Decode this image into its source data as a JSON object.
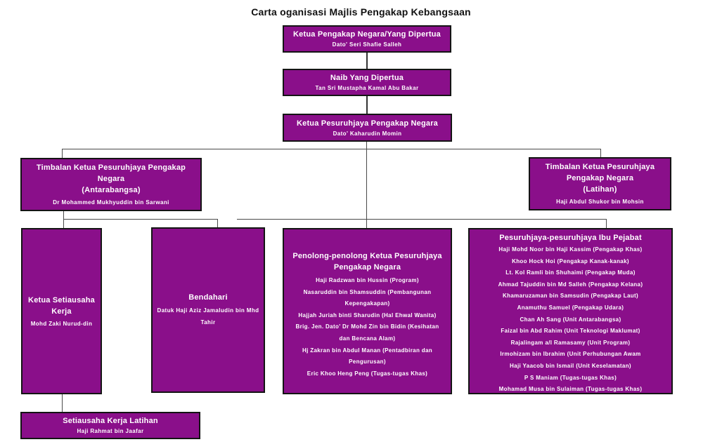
{
  "title": "Carta oganisasi Majlis Pengakap Kebangsaan",
  "colors": {
    "box_fill": "#8A0F8A",
    "box_border": "#141414",
    "connector": "#4a4a4a",
    "box_text": "#ffffff",
    "title_text": "#111111"
  },
  "nodes": {
    "ketua_pengakap_negara": {
      "title": "Ketua Pengakap Negara/Yang Dipertua",
      "name": "Dato' Seri Shafie Salleh"
    },
    "naib_yang_dipertua": {
      "title": "Naib Yang Dipertua",
      "name": "Tan Sri Mustapha Kamal Abu Bakar"
    },
    "ketua_pesuruhjaya": {
      "title": "Ketua Pesuruhjaya Pengakap Negara",
      "name": "Dato' Kaharudin Momin"
    },
    "timbalan_antarabangsa": {
      "title": "Timbalan Ketua Pesuruhjaya Pengakap\nNegara\n(Antarabangsa)",
      "name": "Dr Mohammed Mukhyuddin bin Sarwani"
    },
    "timbalan_latihan": {
      "title": "Timbalan Ketua Pesuruhjaya\nPengakap Negara\n(Latihan)",
      "name": "Haji Abdul Shukor bin Mohsin"
    },
    "ketua_setiausaha_kerja": {
      "title": "Ketua Setiausaha\nKerja",
      "name": "Mohd Zaki Nurud-din"
    },
    "bendahari": {
      "title": "Bendahari",
      "name": "Datuk Haji Aziz Jamaludin bin Mhd\nTahir"
    },
    "penolong": {
      "title": "Penolong-penolong Ketua Pesuruhjaya\nPengakap Negara",
      "members": [
        "Haji Radzwan bin Hussin (Program)",
        "Nasaruddin bin Shamsuddin (Pembangunan Kepengakapan)",
        "Hajjah Juriah binti Sharudin (Hal Ehwal Wanita)",
        "Brig. Jen. Dato' Dr Mohd Zin bin Bidin (Kesihatan dan Bencana Alam)",
        "Hj Zakran bin Abdul Manan (Pentadbiran dan Pengurusan)",
        "Eric Khoo Heng Peng (Tugas-tugas Khas)"
      ]
    },
    "ibu_pejabat": {
      "title": "Pesuruhjaya-pesuruhjaya Ibu Pejabat",
      "members": [
        "Haji Mohd Noor bin Haji Kassim (Pengakap Khas)",
        "Khoo Hock Hoi (Pengakap Kanak-kanak)",
        "Lt. Kol Ramli bin Shuhaimi (Pengakap Muda)",
        "Ahmad Tajuddin bin Md Salleh (Pengakap Kelana)",
        "Khamaruzaman bin Samsudin (Pengakap Laut)",
        "Anamuthu Samuel (Pengakap Udara)",
        "Chan Ah Sang (Unit Antarabangsa)",
        "Faizal bin Abd Rahim (Unit Teknologi Maklumat)",
        "Rajalingam a/l Ramasamy (Unit Program)",
        "Irmohizam bin Ibrahim (Unit Perhubungan Awam",
        "Haji Yaacob bin Ismail (Unit Keselamatan)",
        "P S Maniam (Tugas-tugas Khas)",
        "Mohamad Musa bin Sulaiman (Tugas-tugas Khas)"
      ]
    },
    "setiausaha_kerja_latihan": {
      "title": "Setiausaha Kerja Latihan",
      "name": "Haji Rahmat bin Jaafar"
    }
  }
}
